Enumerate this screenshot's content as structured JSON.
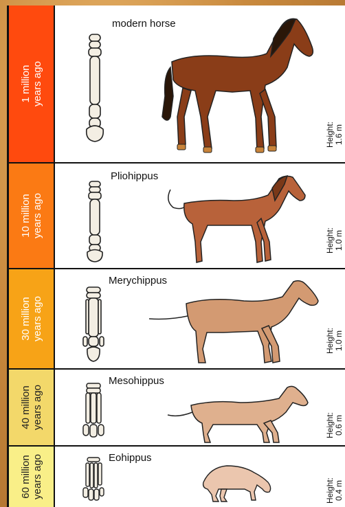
{
  "colors": {
    "row1": "#ff4a0e",
    "row2": "#fb7a14",
    "row3": "#f7a317",
    "row4": "#f3d86a",
    "row5": "#f9ef88",
    "horse1": "#8a3d18",
    "horse2": "#b8623a",
    "horse3": "#d39a72",
    "horse4": "#dfb08e",
    "horse5": "#ebc6ae",
    "bone": "#f3eee3"
  },
  "stages": [
    {
      "age_line1": "1 million",
      "age_line2": "years ago",
      "name": "modern horse",
      "height_label": "Height:",
      "height_value": "1.6 m"
    },
    {
      "age_line1": "10 million",
      "age_line2": "years ago",
      "name": "Pliohippus",
      "height_label": "Height:",
      "height_value": "1.0 m"
    },
    {
      "age_line1": "30 million",
      "age_line2": "years ago",
      "name": "Merychippus",
      "height_label": "Height:",
      "height_value": "1.0 m"
    },
    {
      "age_line1": "40 million",
      "age_line2": "years ago",
      "name": "Mesohippus",
      "height_label": "Height:",
      "height_value": "0.6 m"
    },
    {
      "age_line1": "60 million",
      "age_line2": "years ago",
      "name": "Eohippus",
      "height_label": "Height:",
      "height_value": "0.4 m"
    }
  ]
}
